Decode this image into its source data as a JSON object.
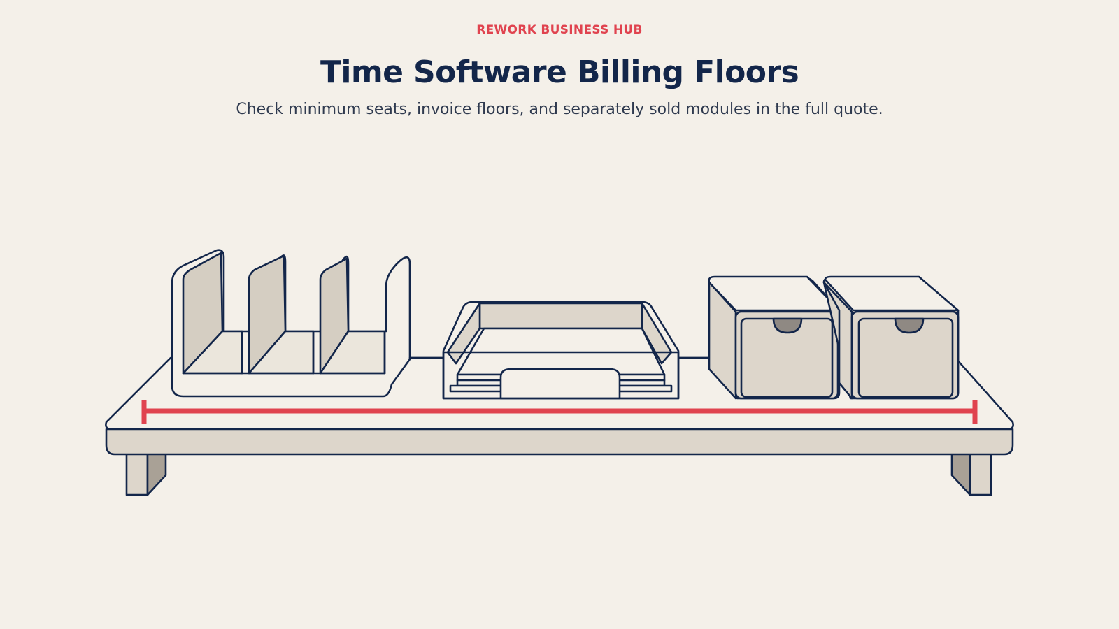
{
  "header": {
    "eyebrow": "REWORK BUSINESS HUB",
    "title": "Time Software Billing Floors",
    "subtitle": "Check minimum seats, invoice floors, and separately sold modules in the full quote."
  },
  "colors": {
    "background": "#f4f0e9",
    "accent": "#e0434f",
    "ink": "#13264a",
    "panel": "#ddd6cb",
    "panel_dark": "#a9a196",
    "panel_light": "#f4f0e9"
  },
  "illustration": {
    "icons": [
      "desk-shelf-icon",
      "file-sorter-icon",
      "letter-tray-icon",
      "drawer-unit-icon",
      "measurement-bar-icon"
    ]
  }
}
